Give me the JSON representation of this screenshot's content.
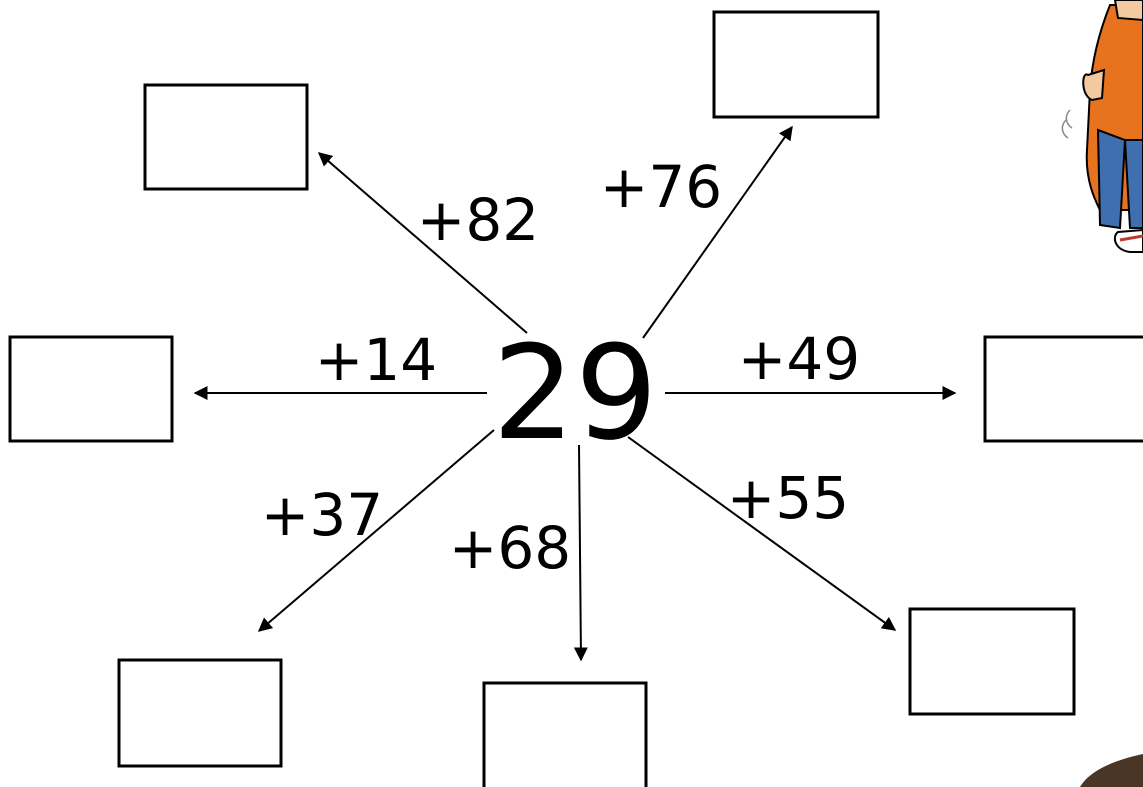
{
  "center_number": "29",
  "operations": [
    {
      "id": "nw",
      "label": "+82"
    },
    {
      "id": "ne",
      "label": "+76"
    },
    {
      "id": "w",
      "label": "+14"
    },
    {
      "id": "e",
      "label": "+49"
    },
    {
      "id": "sw",
      "label": "+37"
    },
    {
      "id": "s",
      "label": "+68"
    },
    {
      "id": "se",
      "label": "+55"
    }
  ],
  "colors": {
    "ink": "#000000",
    "background": "#ffffff",
    "character_shirt": "#e8731e",
    "character_jeans": "#3f6fae"
  }
}
